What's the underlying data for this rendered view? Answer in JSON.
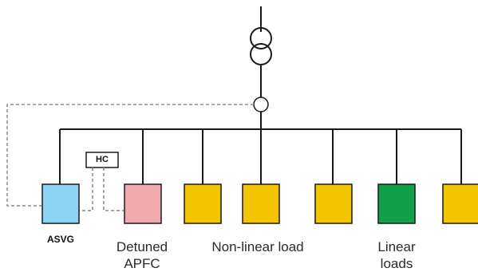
{
  "hc_label": "HC",
  "labels": {
    "asvg": "ASVG",
    "detuned_line1": "Detuned",
    "detuned_line2": "APFC",
    "nonlinear": "Non-linear load",
    "linear_line1": "Linear",
    "linear_line2": "loads"
  },
  "colors": {
    "asvg": "#8dd3f4",
    "detuned_apfc": "#f2aab0",
    "nonlinear": "#f5c400",
    "linear": "#12a04a",
    "line": "#1a1a1a",
    "dashed": "#8a8a8a"
  }
}
